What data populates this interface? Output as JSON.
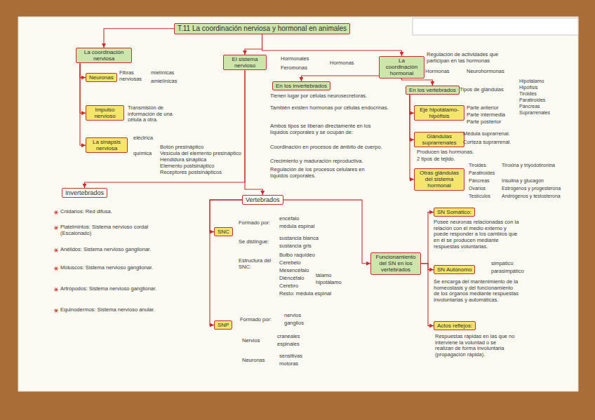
{
  "diagram": {
    "nodes": [
      {
        "text": [
          "T.11 La coordinación nerviosa y hormonal en animales"
        ]
      },
      {
        "text": [
          "La coordinación nerviosa"
        ]
      },
      {
        "text": [
          "Neuronas"
        ]
      },
      {
        "text": [
          "Impulso nervioso"
        ]
      },
      {
        "text": [
          "La sinapsis nerviosa"
        ]
      },
      {
        "text": [
          "El sistema nervioso"
        ]
      },
      {
        "text": [
          "La coordinación hormonal"
        ]
      },
      {
        "text": [
          "En los invertebrados"
        ]
      },
      {
        "text": [
          "En los vertebrados"
        ]
      },
      {
        "text": [
          "Eje hipotálamo-hipófisis"
        ]
      },
      {
        "text": [
          "Glándulas suprarrenales"
        ]
      },
      {
        "text": [
          "Otras glándulas del sistema hormonal"
        ]
      },
      {
        "text": [
          "Invertebrados"
        ]
      },
      {
        "text": [
          "Vertebrados"
        ]
      },
      {
        "text": [
          "SNC"
        ]
      },
      {
        "text": [
          "SNP"
        ]
      },
      {
        "text": [
          "Funcionamiento del SN en los vertebrados"
        ]
      },
      {
        "text": [
          "SN Somático:"
        ]
      },
      {
        "text": [
          "SN Autónomo"
        ]
      },
      {
        "text": [
          "Actos reflejos:"
        ]
      }
    ],
    "edges": [
      {
        "from": 0,
        "to": 1,
        "arrow": "to"
      },
      {
        "from": 0,
        "to": 5,
        "arrow": "to"
      },
      {
        "from": 0,
        "to": 6,
        "arrow": "to"
      },
      {
        "from": 1,
        "to": 2,
        "arrow": "to"
      },
      {
        "from": 1,
        "to": 3,
        "arrow": "to"
      },
      {
        "from": 1,
        "to": 4,
        "arrow": "to"
      },
      {
        "from": 5,
        "to": 12,
        "arrow": "to"
      },
      {
        "from": 5,
        "to": 13,
        "arrow": "to"
      },
      {
        "from": 6,
        "to": 7,
        "arrow": "to"
      },
      {
        "from": 6,
        "to": 8,
        "arrow": "to"
      },
      {
        "from": 8,
        "to": 9,
        "arrow": "to"
      },
      {
        "from": 8,
        "to": 10,
        "arrow": "to"
      },
      {
        "from": 8,
        "to": 11,
        "arrow": "to"
      },
      {
        "from": 13,
        "to": 14,
        "arrow": "to"
      },
      {
        "from": 13,
        "to": 15,
        "arrow": "to"
      },
      {
        "from": 13,
        "to": 16,
        "arrow": "to"
      },
      {
        "from": 16,
        "to": 17,
        "arrow": "to"
      },
      {
        "from": 16,
        "to": 18,
        "arrow": "to"
      },
      {
        "from": 16,
        "to": 19,
        "arrow": "to"
      }
    ],
    "labels": [
      "Fibras nerviosas",
      "mielínicas",
      "amielínicas",
      "Transmisión de información de una célula a otra.",
      "eléctrica",
      "química",
      "Botón presináptico",
      "Vesícula del elemento presináptico",
      "Hendidura sináptica",
      "Elemento postsináptico",
      "Receptores postsinápticos",
      "Hormonales",
      "Feromonas",
      "Hormonas",
      "Regulación de actividades que participan en las hormonas",
      "Hormonas",
      "Neurohormonas",
      "Tienen lugar por células neurosecretoras.",
      "También existen hormonas por células endocrinas.",
      "Ambos tipos se liberan directamente en los líquidos corporales y se ocupan de:",
      "Coordinación en procesos de ámbito de cuerpo.",
      "Crecimiento y maduración reproductiva.",
      "Regulación de los procesos celulares en líquidos corporales.",
      "Tipos de glándulas",
      "Hipotálamo",
      "Hipófisis",
      "Tiroides",
      "Paratiroides",
      "Páncreas",
      "Suprarrenales",
      "Parte anterior",
      "Parte intermedia",
      "Parte posterior",
      "Médula suprarrenal.",
      "Corteza suprarrenal.",
      "Producen las hormonas.",
      "2 tipos de tejido.",
      "Tiroides",
      "Tiroxina y triyodotironina",
      "Paratiroides",
      "Páncreas",
      "Insulina y glucagón",
      "Ovarios",
      "Estrógenos y progesterona",
      "Testículos",
      "Andrógenos y testosterona",
      "Cnidarios: Red difusa.",
      "Platelmintos: Sistema nervioso cordal (Escalonado)",
      "Anélidos: Sistema nervioso ganglionar.",
      "Moluscos: Sistema nervioso ganglionar.",
      "Artrópodos: Sistema nervioso ganglionar.",
      "Equinodermos: Sistema nervioso anular.",
      "Formado por:",
      "encéfalo",
      "médula espinal",
      "Se distingue:",
      "sustancia blanca",
      "sustancia gris",
      "Estructura del SNC:",
      "Bulbo raquídeo",
      "Cerebelo",
      "Mesencéfalo",
      "Diencéfalo",
      "tálamo",
      "hipotálamo",
      "Cerebro",
      "Resto: médula espinal",
      "Formado por:",
      "nervios",
      "ganglios",
      "Nervios",
      "craneales",
      "espinales",
      "Neuronas",
      "sensitivas",
      "motoras",
      "Posee neuronas relacionadas con la relación con el medio externo y puede responder a los cambios que en él se producen mediante respuestas voluntarias.",
      "simpático",
      "parasimpático",
      "Se encarga del mantenimiento de la homeostasis y del funcionamiento de los órganos mediante respuestas involuntarias y automáticas.",
      "Respuestas rápidas en las que no interviene la voluntad o se realizan de forma involuntaria (propagación rápida)."
    ]
  }
}
